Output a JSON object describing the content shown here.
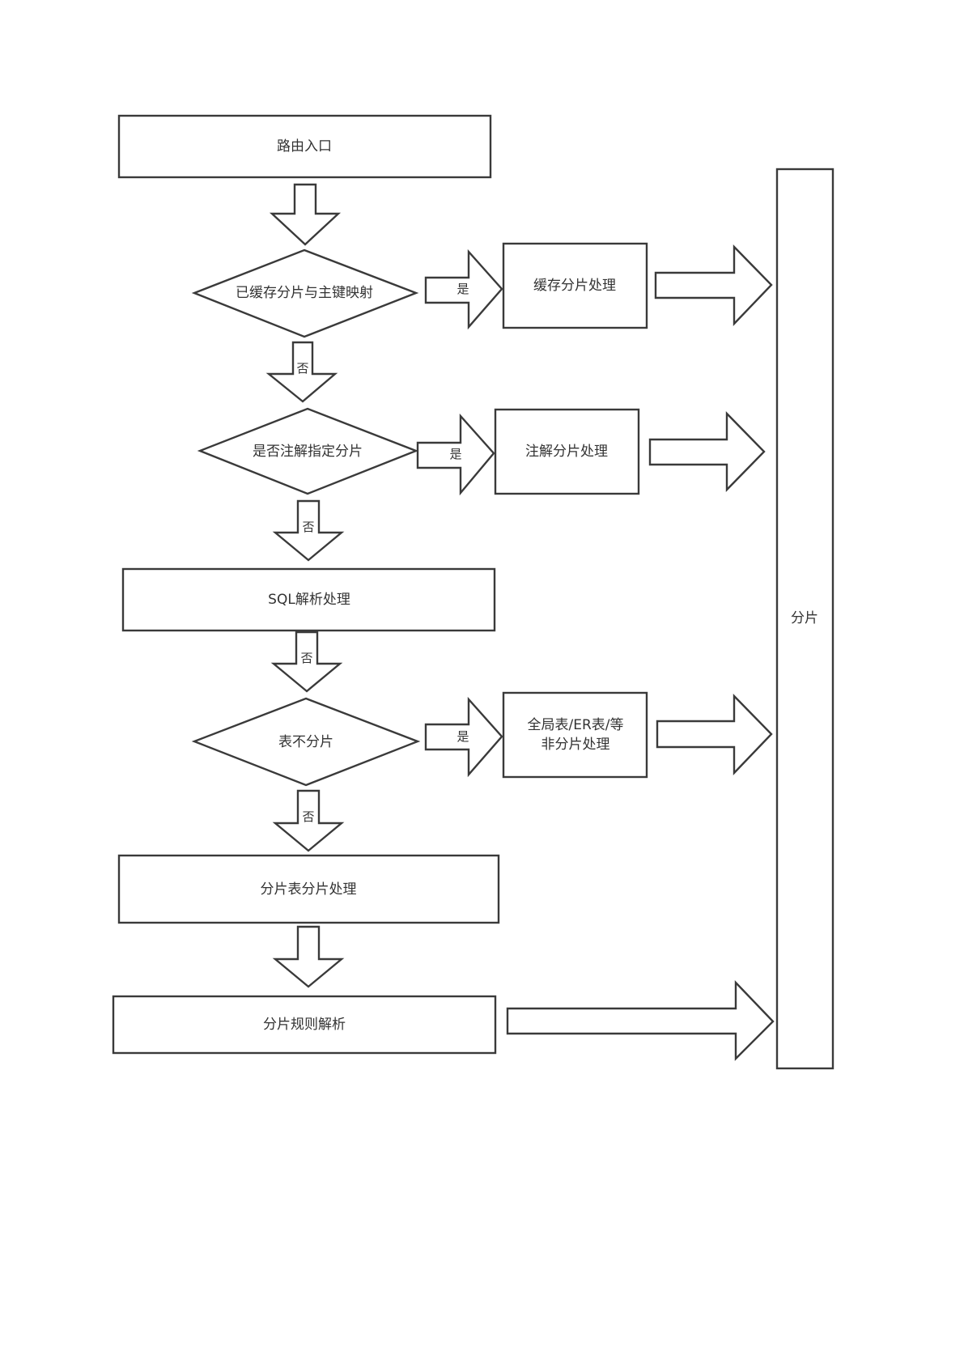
{
  "nodes": {
    "route_entry": "路由入口",
    "cached_shard_mapping": "已缓存分片与主键映射",
    "cache_shard_process": "缓存分片处理",
    "annotation_specified": "是否注解指定分片",
    "annotation_shard_process": "注解分片处理",
    "sql_parse_process": "SQL解析处理",
    "table_not_sharded": "表不分片",
    "global_er_line1": "全局表/ER表/等",
    "global_er_line2": "非分片处理",
    "sharded_table_process": "分片表分片处理",
    "shard_rule_parse": "分片规则解析",
    "shard": "分片"
  },
  "edge_labels": {
    "yes_1": "是",
    "no_1": "否",
    "yes_2": "是",
    "no_2": "否",
    "no_3": "否",
    "yes_3": "是",
    "no_4": "否"
  },
  "colors": {
    "stroke": "#3a3a3a",
    "fill": "#ffffff",
    "text": "#333333"
  }
}
